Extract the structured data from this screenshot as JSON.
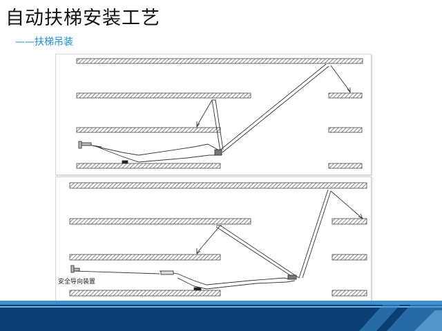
{
  "slide": {
    "title": "自动扶梯安装工艺",
    "subtitle": "——扶梯吊装"
  },
  "figure_bottom": {
    "caption": "安全导向装置"
  },
  "colors": {
    "accent": "#1a8fd0",
    "footer_dark": "#0b3f73",
    "footer_light": "#3d8fd0"
  }
}
